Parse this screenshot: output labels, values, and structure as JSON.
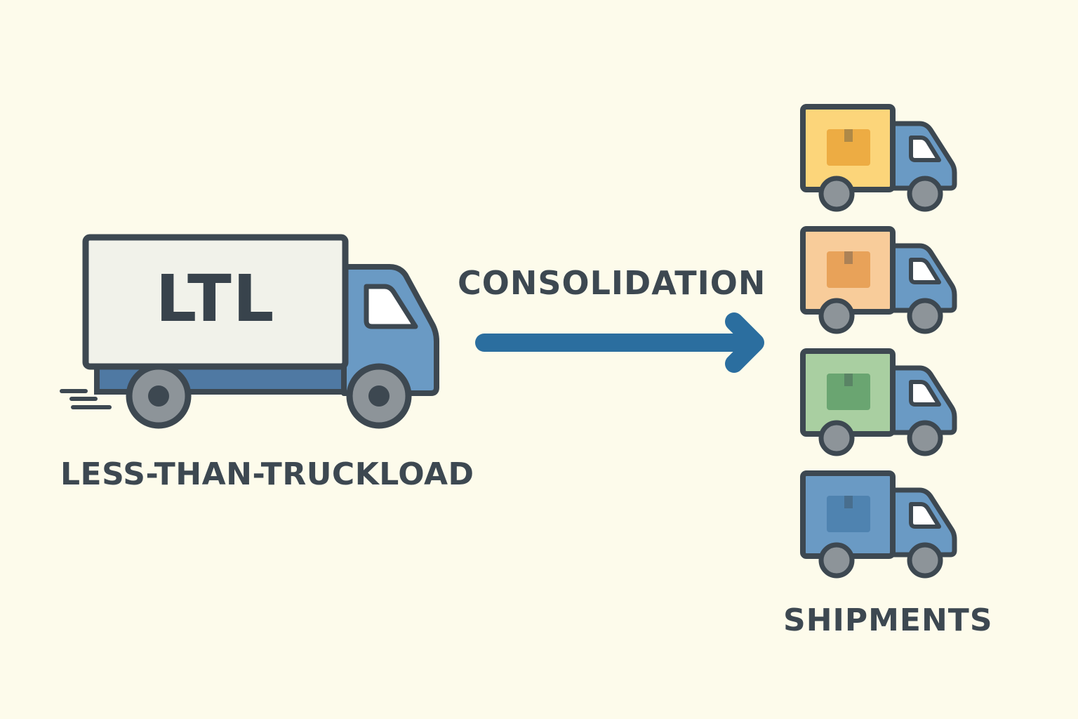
{
  "diagram": {
    "big_truck": {
      "cargo_text": "LTL",
      "caption": "LESS-THAN-TRUCKLOAD"
    },
    "arrow_label": "CONSOLIDATION",
    "shipments_caption": "SHIPMENTS",
    "small_trucks": [
      {
        "id": "truck-1",
        "cargo_color": "#fcd57a",
        "box_color": "#eaa43a"
      },
      {
        "id": "truck-2",
        "cargo_color": "#f8cc9a",
        "box_color": "#e59a4e"
      },
      {
        "id": "truck-3",
        "cargo_color": "#a9cfa1",
        "box_color": "#5f9d68"
      },
      {
        "id": "truck-4",
        "cargo_color": "#6a9ac4",
        "box_color": "#4a7fad"
      }
    ]
  },
  "colors": {
    "background": "#fdfbeb",
    "outline": "#3d4851",
    "truck_blue": "#6a9ac4",
    "truck_blue_dark": "#4f79a3",
    "arrow": "#2b6e9f",
    "wheel": "#8d9499",
    "cargo_white": "#f1f2ea"
  }
}
